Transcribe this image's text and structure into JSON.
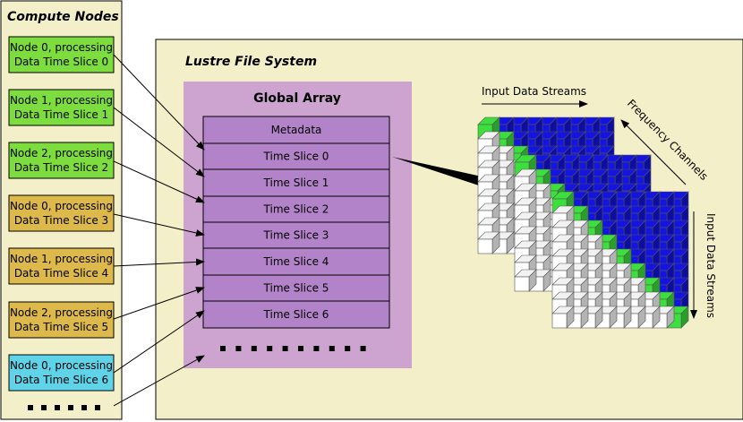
{
  "compute_nodes": {
    "title": "Compute Nodes",
    "nodes": [
      {
        "line1": "Node 0, processing",
        "line2": "Data Time Slice 0",
        "color": "#7ddc3e"
      },
      {
        "line1": "Node 1, processing",
        "line2": "Data Time Slice 1",
        "color": "#7ddc3e"
      },
      {
        "line1": "Node 2, processing",
        "line2": "Data Time Slice 2",
        "color": "#7ddc3e"
      },
      {
        "line1": "Node 0, processing",
        "line2": "Data Time Slice 3",
        "color": "#ddb84a"
      },
      {
        "line1": "Node 1, processing",
        "line2": "Data Time Slice 4",
        "color": "#ddb84a"
      },
      {
        "line1": "Node 2, processing",
        "line2": "Data Time Slice 5",
        "color": "#ddb84a"
      },
      {
        "line1": "Node 0, processing",
        "line2": "Data Time Slice 6",
        "color": "#5fd3e8"
      }
    ]
  },
  "lustre": {
    "title": "Lustre File System",
    "global_array": {
      "title": "Global Array",
      "rows": [
        "Metadata",
        "Time Slice 0",
        "Time Slice 1",
        "Time Slice 2",
        "Time Slice 3",
        "Time Slice 4",
        "Time Slice 5",
        "Time Slice 6"
      ]
    }
  },
  "cube_labels": {
    "input_top": "Input Data Streams",
    "frequency": "Frequency Channels",
    "input_right": "Input Data Streams"
  },
  "colors": {
    "panel_bg": "#f3efc8",
    "array_bg": "#cda3cf",
    "row_fill": "#b383c9",
    "cube_blue": "#1414e0",
    "cube_green": "#3ce03c",
    "cube_white": "#ffffff"
  }
}
